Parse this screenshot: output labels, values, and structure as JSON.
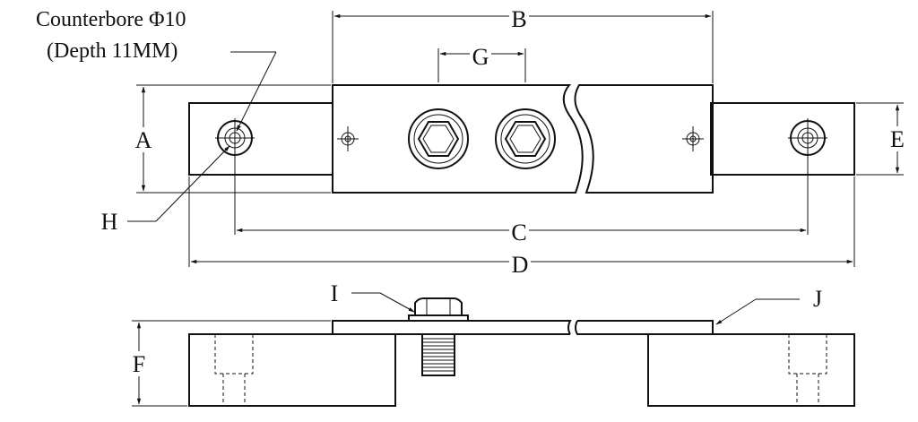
{
  "annotations": {
    "counterbore_line1": "Counterbore Φ10",
    "counterbore_line2": "(Depth 11MM)"
  },
  "dimensions": {
    "A": "A",
    "B": "B",
    "C": "C",
    "D": "D",
    "E": "E",
    "F": "F",
    "G": "G",
    "H": "H",
    "I": "I",
    "J": "J"
  }
}
